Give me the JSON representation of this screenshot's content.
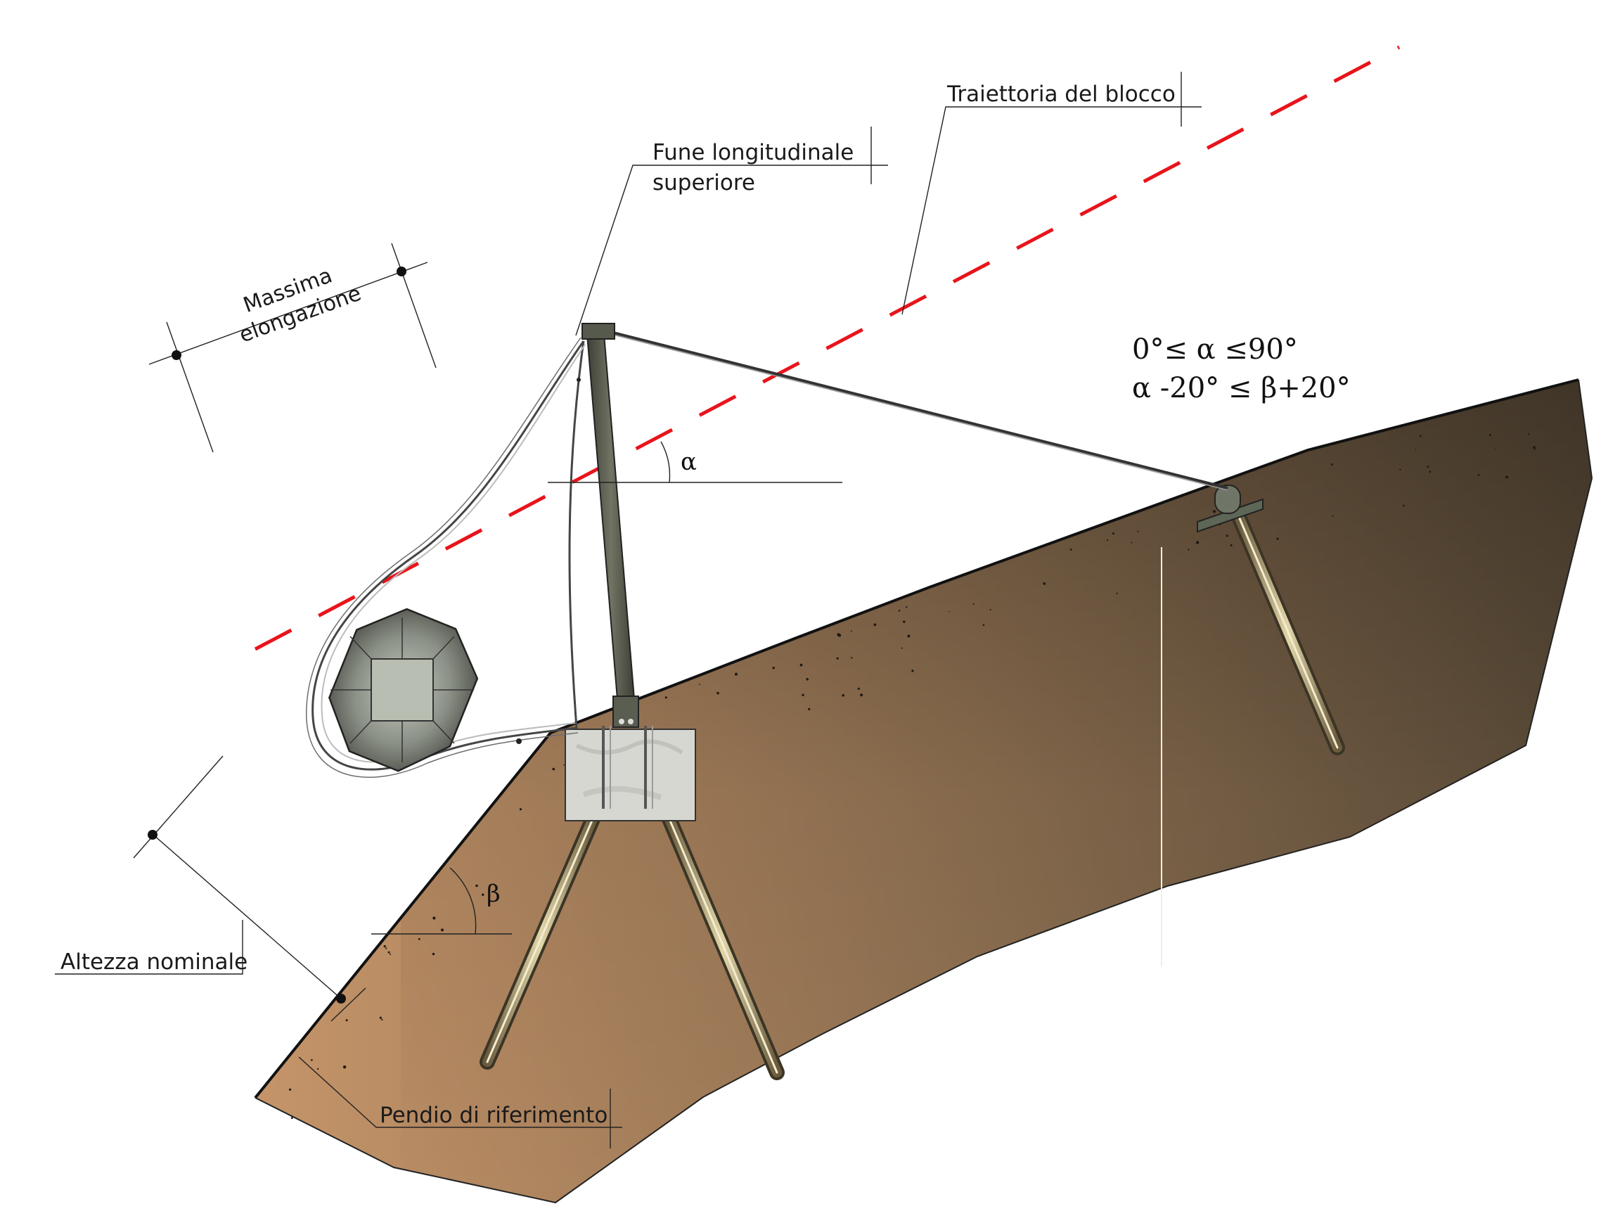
{
  "labels": {
    "trajectory": "Traiettoria del blocco",
    "upper_rope_line1": "Fune longitudinale",
    "upper_rope_line2": "superiore",
    "max_elongation_line1": "Massima",
    "max_elongation_line2": "elongazione",
    "nominal_height": "Altezza nominale",
    "reference_slope": "Pendio di riferimento",
    "alpha_symbol": "α",
    "beta_symbol": "β"
  },
  "formulas": {
    "line1": "0°≤  α ≤90°",
    "line2": "α  -20° ≤ β+20°"
  },
  "colors": {
    "trajectory": "#e8141b",
    "soil_dark": "#5e4f3b",
    "soil_light": "#c99668",
    "post": "#4f5245",
    "concrete": "#d8d8d4",
    "block": "#8a8e84"
  }
}
